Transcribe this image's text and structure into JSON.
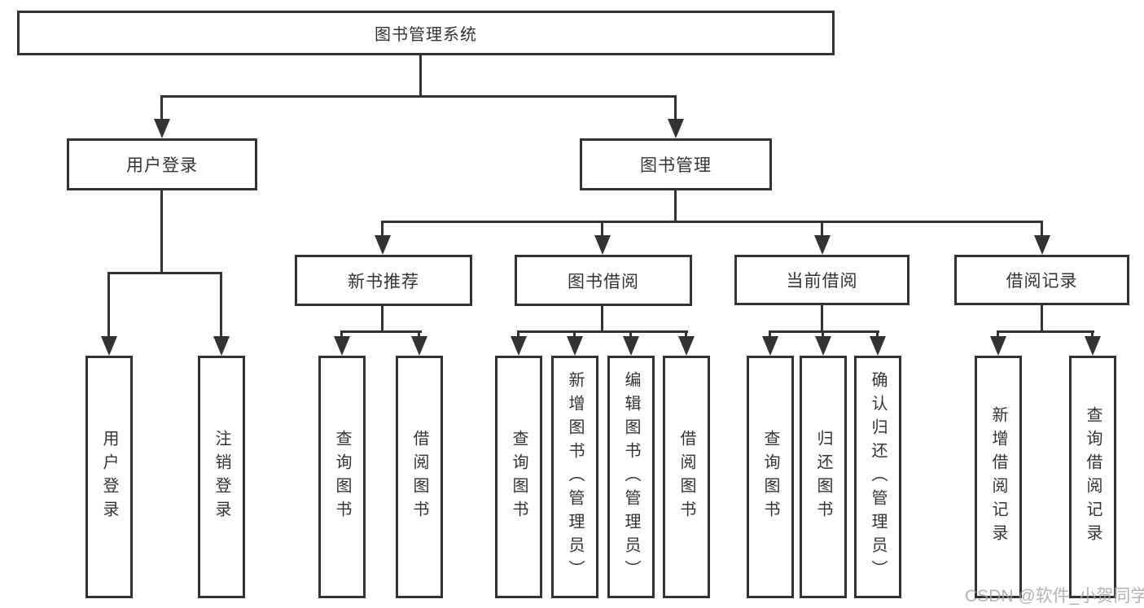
{
  "diagram": {
    "title": "图书管理系统",
    "colors": {
      "line": "#333333",
      "text": "#333333",
      "background": "#ffffff",
      "watermark": "#a6a6a6"
    },
    "watermark": "CSDN @软件_小贺同学",
    "tree": {
      "root": {
        "label": "图书管理系统",
        "children": [
          {
            "label": "用户登录",
            "children": [
              {
                "label": "用户登录"
              },
              {
                "label": "注销登录"
              }
            ]
          },
          {
            "label": "图书管理",
            "children": [
              {
                "label": "新书推荐",
                "children": [
                  {
                    "label": "查询图书"
                  },
                  {
                    "label": "借阅图书"
                  }
                ]
              },
              {
                "label": "图书借阅",
                "children": [
                  {
                    "label": "查询图书"
                  },
                  {
                    "label": "新增图书（管理员）"
                  },
                  {
                    "label": "编辑图书（管理员）"
                  },
                  {
                    "label": "借阅图书"
                  }
                ]
              },
              {
                "label": "当前借阅",
                "children": [
                  {
                    "label": "查询图书"
                  },
                  {
                    "label": "归还图书"
                  },
                  {
                    "label": "确认归还（管理员）"
                  }
                ]
              },
              {
                "label": "借阅记录",
                "children": [
                  {
                    "label": "新增借阅记录"
                  },
                  {
                    "label": "查询借阅记录"
                  }
                ]
              }
            ]
          }
        ]
      }
    }
  }
}
